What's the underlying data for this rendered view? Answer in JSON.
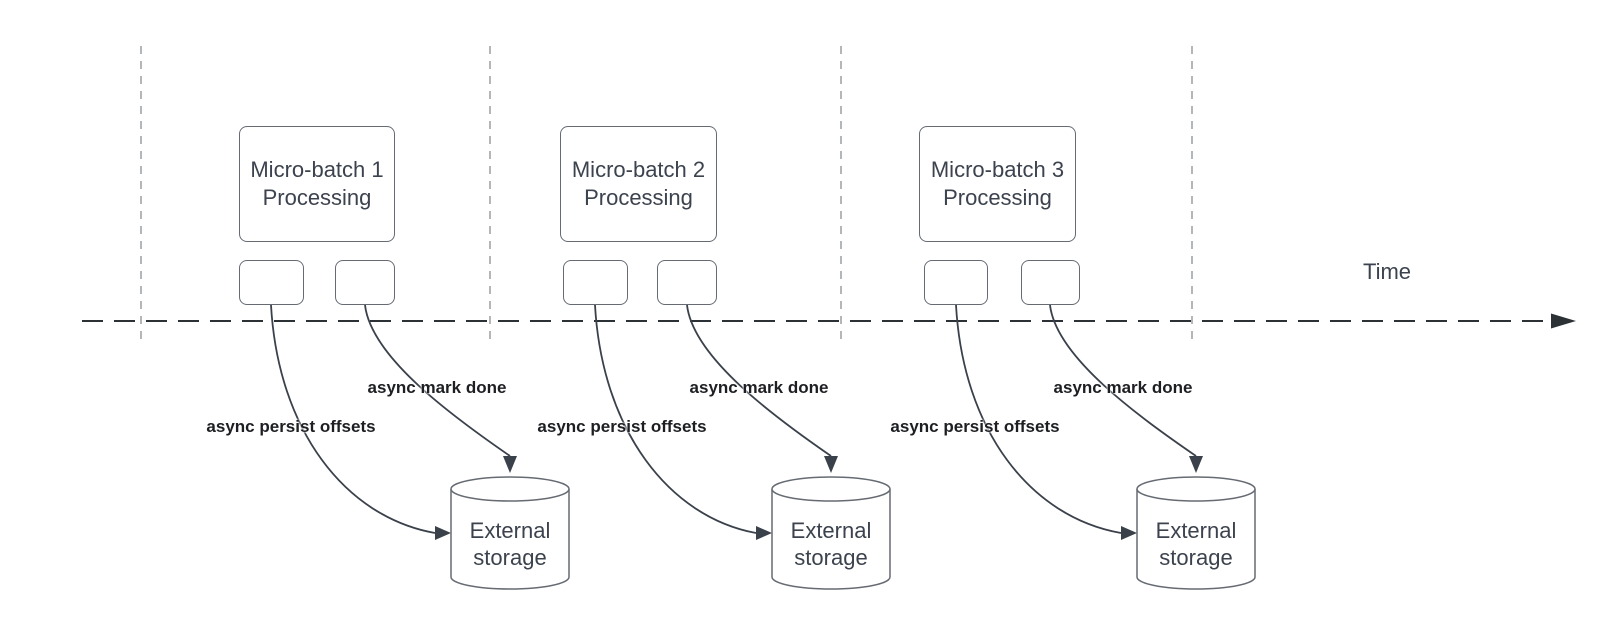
{
  "diagram": {
    "time_axis_label": "Time",
    "groups": [
      {
        "box_title_line1": "Micro-batch 1",
        "box_title_line2": "Processing",
        "persist_arrow_label": "async persist offsets",
        "mark_done_arrow_label": "async mark done",
        "storage_line1": "External",
        "storage_line2": "storage"
      },
      {
        "box_title_line1": "Micro-batch 2",
        "box_title_line2": "Processing",
        "persist_arrow_label": "async persist offsets",
        "mark_done_arrow_label": "async mark done",
        "storage_line1": "External",
        "storage_line2": "storage"
      },
      {
        "box_title_line1": "Micro-batch 3",
        "box_title_line2": "Processing",
        "persist_arrow_label": "async persist offsets",
        "mark_done_arrow_label": "async mark done",
        "storage_line1": "External",
        "storage_line2": "storage"
      }
    ],
    "colors": {
      "background": "#ffffff",
      "axis": "#2c3136",
      "guide": "#b4b7ba",
      "shape_border": "#666b73",
      "shape_text": "#3c434e",
      "label_text": "#1d1f23",
      "arrow": "#3a414b"
    }
  }
}
